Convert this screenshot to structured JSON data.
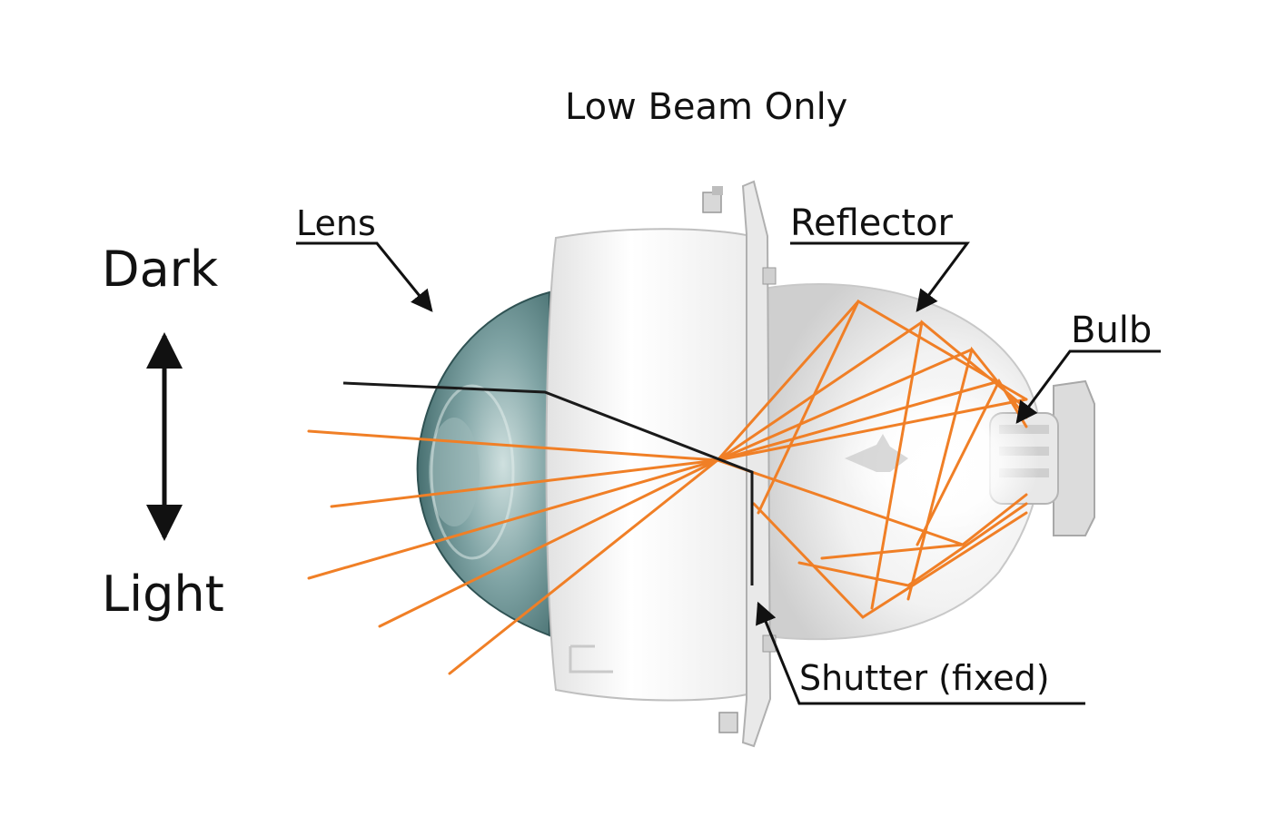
{
  "title": "Low Beam Only",
  "labels": {
    "dark": "Dark",
    "light": "Light",
    "lens": "Lens",
    "reflector": "Reflector",
    "bulb": "Bulb",
    "shutter": "Shutter (fixed)"
  },
  "colors": {
    "rays": "#f07f26",
    "lens_tint": "#5f8b8c",
    "housing": "#f4f4f4",
    "text": "#111111"
  }
}
